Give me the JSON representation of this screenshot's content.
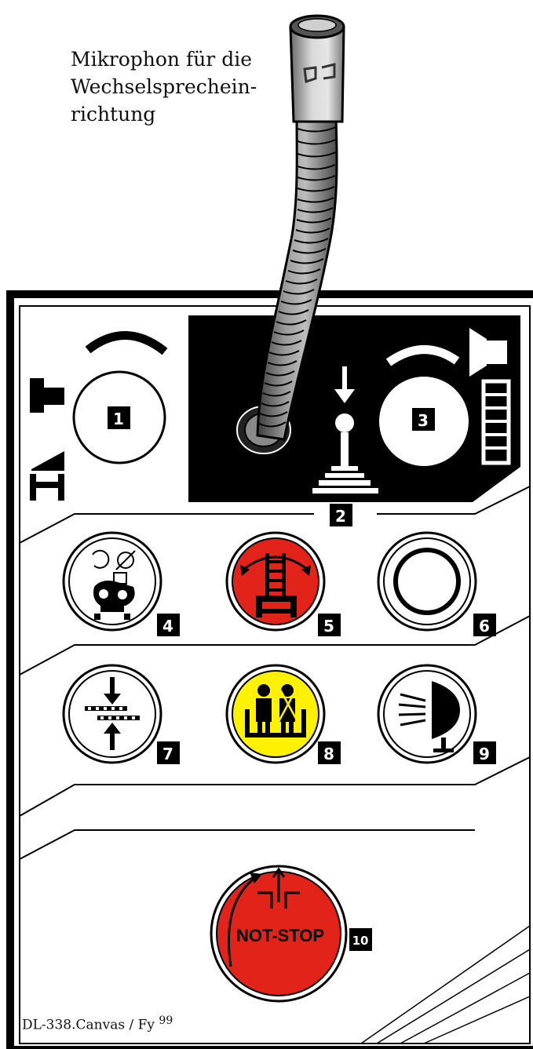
{
  "caption": {
    "line1": "Mikrophon für die",
    "line2": "Wechselsprechein-",
    "line3": "richtung"
  },
  "control_numbers": [
    "1",
    "2",
    "3",
    "4",
    "5",
    "6",
    "7",
    "8",
    "9",
    "10"
  ],
  "emergency_stop": {
    "label": "NOT-STOP",
    "color": "#e2231a"
  },
  "button_colors": {
    "red": "#e2231a",
    "yellow": "#fff200",
    "panel_black": "#000000",
    "white": "#ffffff"
  },
  "footer": {
    "reference": "DL-338.Canvas / Fy",
    "superscript": "99"
  },
  "icons": [
    "speaker-icon",
    "ladder-icon",
    "engine-icon",
    "ladder-rotate-icon",
    "ladder-retract-icon",
    "persons-in-cage-icon",
    "searchlight-icon",
    "speaker-volume-icon"
  ]
}
